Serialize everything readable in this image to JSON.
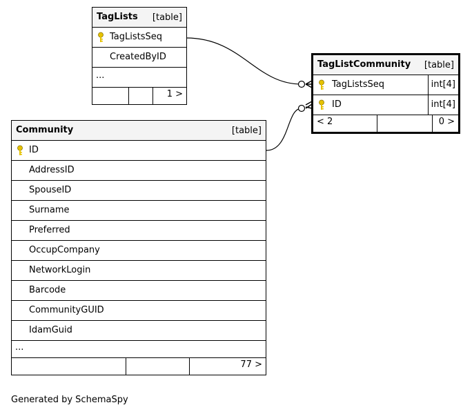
{
  "tag_lists": {
    "name": "TagLists",
    "kind": "[table]",
    "columns": [
      {
        "name": "TagListsSeq",
        "key": "primary-key-icon"
      },
      {
        "name": "CreatedByID",
        "key": ""
      }
    ],
    "ellipsis": "...",
    "footer_right": "1 >"
  },
  "tag_list_community": {
    "name": "TagListCommunity",
    "kind": "[table]",
    "columns": [
      {
        "name": "TagListsSeq",
        "type": "int[4]",
        "key": "primary-key-icon"
      },
      {
        "name": "ID",
        "type": "int[4]",
        "key": "primary-key-icon"
      }
    ],
    "footer_left": "< 2",
    "footer_right": "0 >"
  },
  "community": {
    "name": "Community",
    "kind": "[table]",
    "columns": [
      {
        "name": "ID",
        "key": "primary-key-icon"
      },
      {
        "name": "AddressID",
        "key": ""
      },
      {
        "name": "SpouseID",
        "key": ""
      },
      {
        "name": "Surname",
        "key": ""
      },
      {
        "name": "Preferred",
        "key": ""
      },
      {
        "name": "OccupCompany",
        "key": ""
      },
      {
        "name": "NetworkLogin",
        "key": ""
      },
      {
        "name": "Barcode",
        "key": ""
      },
      {
        "name": "CommunityGUID",
        "key": ""
      },
      {
        "name": "IdamGuid",
        "key": ""
      }
    ],
    "ellipsis": "...",
    "footer_right": "77 >"
  },
  "footer": "Generated by SchemaSpy",
  "colors": {
    "key_icon": "#e6c200",
    "header_bg": "#f4f4f4"
  }
}
